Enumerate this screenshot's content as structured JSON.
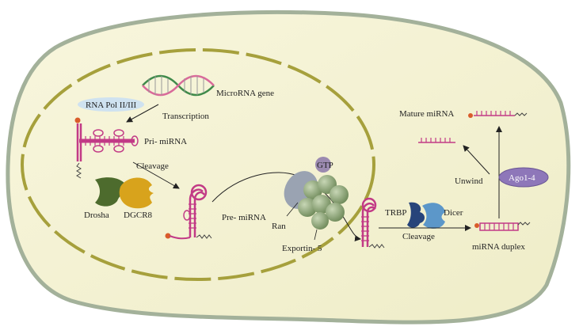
{
  "labels": {
    "microrna_gene": "MicroRNA gene",
    "rna_pol": "RNA Pol II/III",
    "transcription": "Transcription",
    "pri_mirna": "Pri- miRNA",
    "cleavage_nuclear": "Cleavage",
    "drosha": "Drosha",
    "dgcr8": "DGCR8",
    "pre_mirna": "Pre- miRNA",
    "gtp": "GTP",
    "ran": "Ran",
    "exportin": "Exportin- 5",
    "trbp": "TRBP",
    "dicer": "Dicer",
    "cleavage_cyto": "Cleavage",
    "mirna_duplex": "miRNA duplex",
    "unwind": "Unwind",
    "ago": "Ago1-4",
    "mature_mirna": "Mature miRNA"
  },
  "colors": {
    "cell_fill": "#f6f4d6",
    "cell_border": "#a3b19a",
    "nucleus_border": "#a6a03c",
    "rna": "#c23a86",
    "dot": "#d95c2a",
    "drosha": "#4d6b2d",
    "dgcr8": "#d8a31c",
    "exportin": "#8ea77a",
    "ran": "#9aa3b2",
    "gtp": "#9b8ab0",
    "trbp": "#27447a",
    "dicer": "#5c97c9",
    "ago": "#8e77b9",
    "pol_bubble": "#cfe2f0"
  },
  "icons": [
    "dna-helix-icon",
    "pri-mirna-hairpin-icon",
    "pre-mirna-hairpin-icon",
    "drosha-icon",
    "dgcr8-icon",
    "exportin-complex-icon",
    "trbp-icon",
    "dicer-icon",
    "mirna-duplex-icon",
    "single-strand-icon"
  ]
}
